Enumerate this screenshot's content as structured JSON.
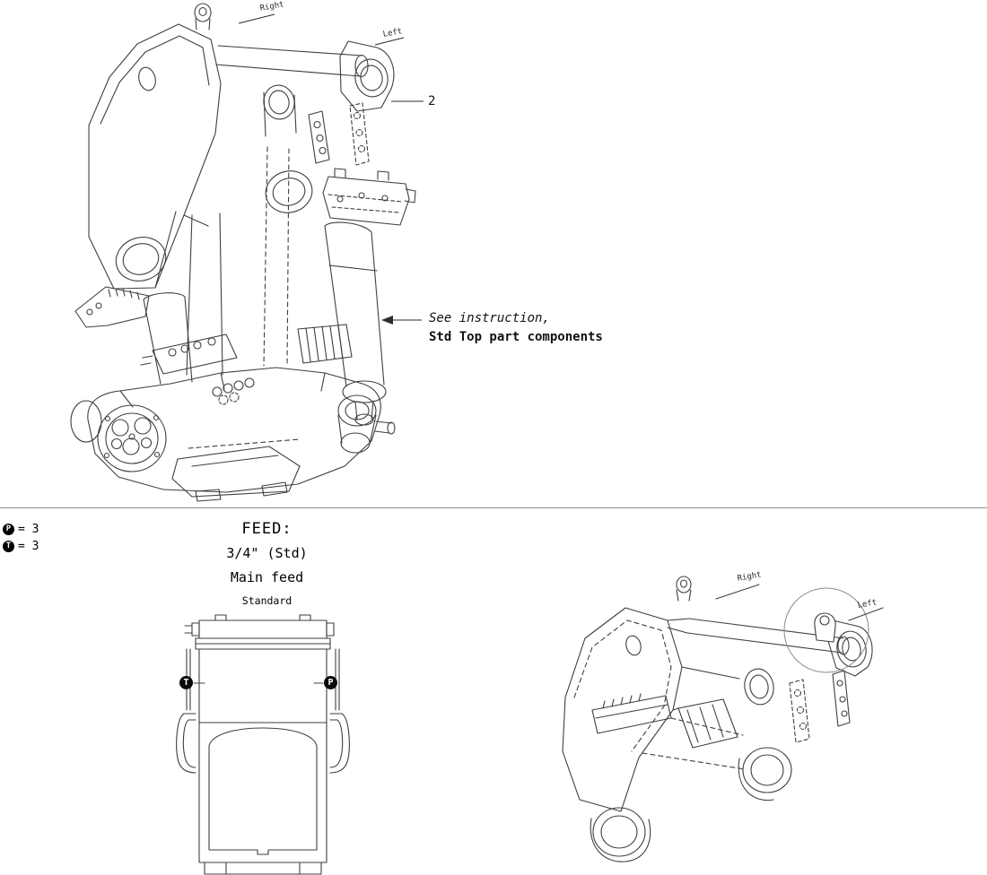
{
  "colors": {
    "line": "#3f3f3f",
    "marker": "#000000",
    "divider": "#8f8f8f"
  },
  "top_view": {
    "right_label": "Right",
    "left_label": "Left",
    "callout": "2",
    "note_line1": "See instruction,",
    "note_line2": "Std Top part components"
  },
  "legend": {
    "p_symbol": "P",
    "p_eq": "= 3",
    "t_symbol": "T",
    "t_eq": "= 3"
  },
  "feed": {
    "title": "FEED:",
    "size": "3/4\" (Std)",
    "name": "Main feed",
    "variant": "Standard",
    "port_t": "T",
    "port_p": "P"
  },
  "detail_view": {
    "right_label": "Right",
    "left_label": "Left"
  }
}
